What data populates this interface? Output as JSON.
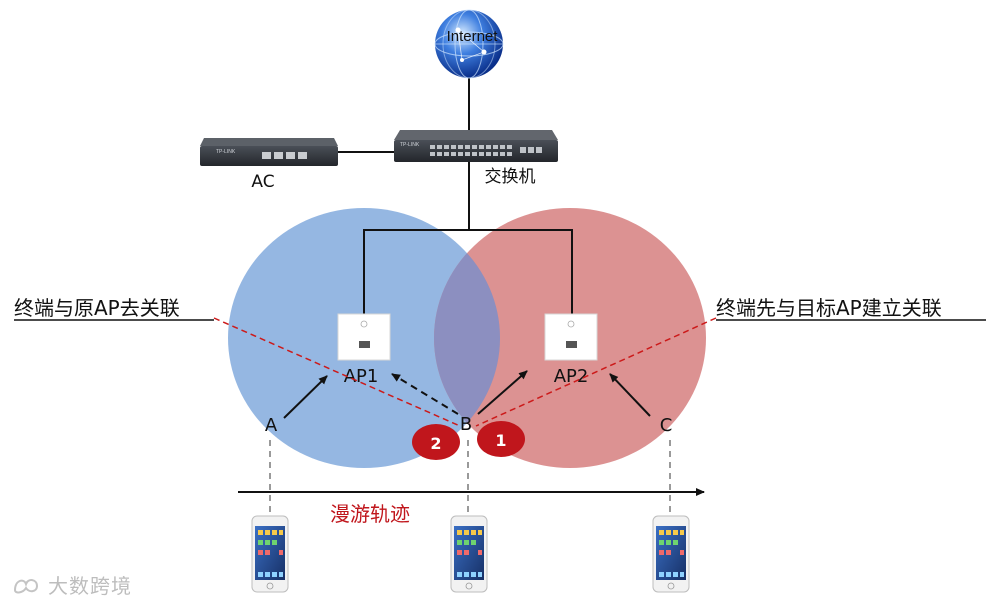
{
  "internet": {
    "label": "Internet"
  },
  "ac": {
    "label": "AC",
    "brand": "TP-LINK"
  },
  "switch": {
    "label": "交换机",
    "brand": "TP-LINK"
  },
  "aps": [
    {
      "label": "AP1",
      "coverage_color": "#8fb3e0"
    },
    {
      "label": "AP2",
      "coverage_color": "#d98a8a"
    }
  ],
  "positions": [
    "A",
    "B",
    "C"
  ],
  "steps": [
    {
      "number": "1",
      "text": "终端先与目标AP建立关联"
    },
    {
      "number": "2",
      "text": "终端与原AP去关联"
    }
  ],
  "trajectory": {
    "label": "漫游轨迹"
  },
  "watermark": {
    "text": "大数跨境"
  },
  "colors": {
    "accent_red": "#c0161c",
    "line": "#111111",
    "dashed_red": "#cc1a1a",
    "dashed_gray": "#9a9a9a"
  }
}
